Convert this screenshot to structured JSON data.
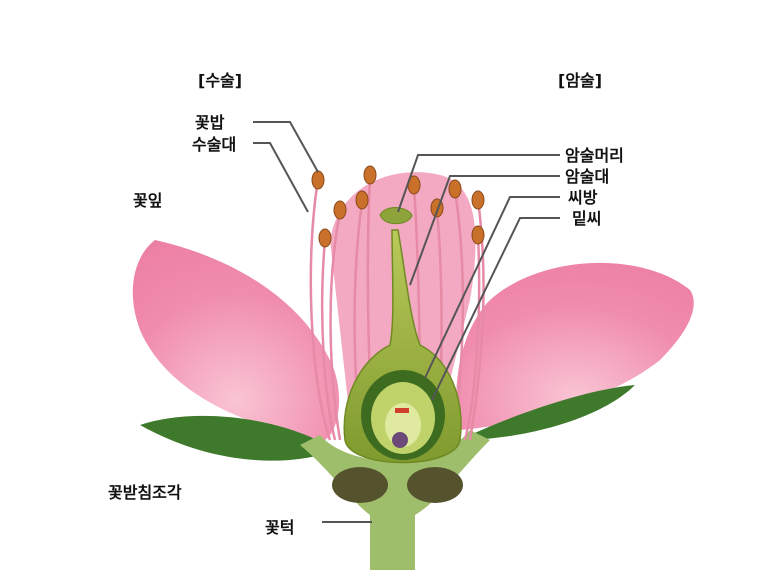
{
  "groups": {
    "stamen": "[수술]",
    "pistil": "[암술]"
  },
  "labels": {
    "anther": "꽃밥",
    "filament": "수술대",
    "petal": "꽃잎",
    "stigma": "암술머리",
    "style": "암술대",
    "ovary": "씨방",
    "ovule": "밑씨",
    "sepal": "꽃받침조각",
    "receptacle": "꽃턱"
  },
  "colors": {
    "petal": "#f07fa6",
    "sepal": "#3f7a2c",
    "pistil": "#9aab3a",
    "anther": "#c9702a"
  }
}
